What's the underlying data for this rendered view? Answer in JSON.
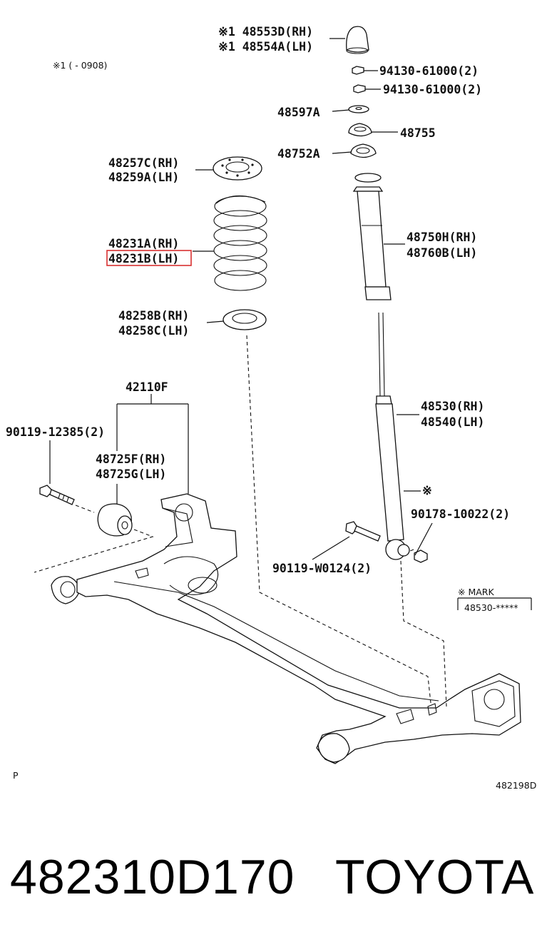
{
  "labels": {
    "p48553d": "※1 48553D(RH)",
    "p48554a": "※1 48554A(LH)",
    "note1": "※1 (     - 0908)",
    "p94130a": "94130-61000(2)",
    "p94130b": "94130-61000(2)",
    "p48597a": "48597A",
    "p48755": "48755",
    "p48752a": "48752A",
    "p48257c": "48257C(RH)",
    "p48259a": "48259A(LH)",
    "p48231a": "48231A(RH)",
    "p48231b": "48231B(LH)",
    "p48750h": "48750H(RH)",
    "p48760b": "48760B(LH)",
    "p48258b": "48258B(RH)",
    "p48258c": "48258C(LH)",
    "p42110f": "42110F",
    "p48530": "48530(RH)",
    "p48540": "48540(LH)",
    "p90119_12385": "90119-12385(2)",
    "p48725f": "48725F(RH)",
    "p48725g": "48725G(LH)",
    "asterisk": "※",
    "p90178": "90178-10022(2)",
    "p90119_w0124": "90119-W0124(2)",
    "mark_title": "※  MARK",
    "mark_value": "48530-*****",
    "p_letter": "P",
    "diagram_code": "482198D"
  },
  "highlight": {
    "part": "48231B(LH)",
    "color": "#d93030"
  },
  "footer": {
    "part_number": "482310D170",
    "brand": "TOYOTA"
  }
}
